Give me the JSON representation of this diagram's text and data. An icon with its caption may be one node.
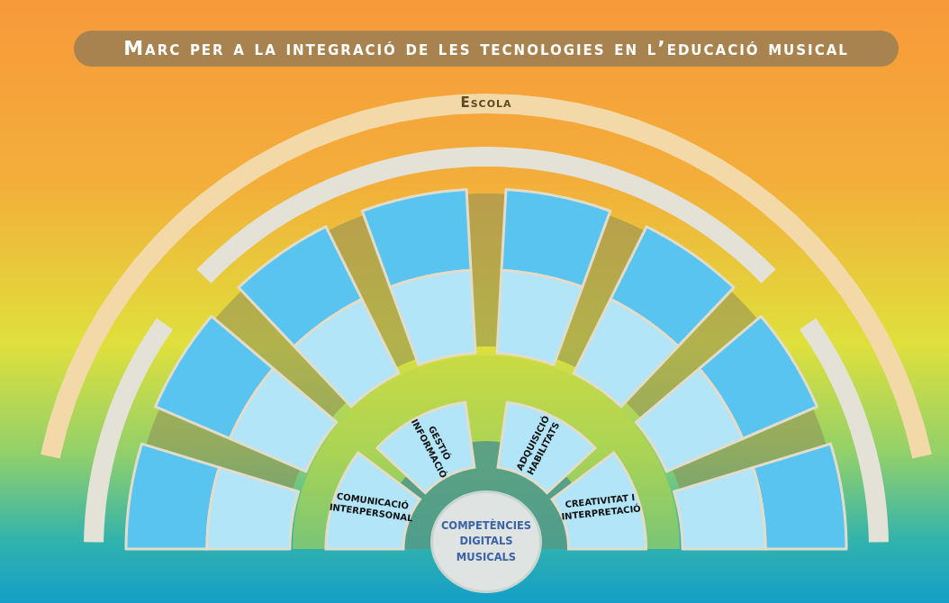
{
  "diagram": {
    "title": "Marc per a la integració de les tecnologies en l’educació musical",
    "nodes": [
      {
        "text": [
          "Escola"
        ]
      },
      {
        "text": [],
        "shape": "band"
      },
      {
        "text": [],
        "shape": "band"
      },
      {
        "text": [],
        "shape": "band"
      },
      {
        "text": [],
        "shape": "sector"
      },
      {
        "text": [],
        "shape": "sector"
      },
      {
        "text": [],
        "shape": "sector"
      },
      {
        "text": [],
        "shape": "sector"
      },
      {
        "text": [],
        "shape": "sector"
      },
      {
        "text": [],
        "shape": "sector"
      },
      {
        "text": [],
        "shape": "sector"
      },
      {
        "text": [],
        "shape": "sector"
      },
      {
        "text": [],
        "shape": "sector"
      },
      {
        "text": [],
        "shape": "sector"
      },
      {
        "text": [],
        "shape": "sector"
      },
      {
        "text": [],
        "shape": "sector"
      },
      {
        "text": [],
        "shape": "sector"
      },
      {
        "text": [],
        "shape": "sector"
      },
      {
        "text": [],
        "shape": "sector"
      },
      {
        "text": [],
        "shape": "sector"
      },
      {
        "text": [
          "COMUNICACIÓ INTERPERSONAL"
        ]
      },
      {
        "text": [
          "GESTIÓ INFORMACIÓ"
        ]
      },
      {
        "text": [
          "ADQUISICIÓ HABILITATS"
        ]
      },
      {
        "text": [
          "CREATIVITAT I INTERPRETACIÓ"
        ]
      },
      {
        "text": [
          "COMPETÈNCIES DIGITALS MUSICALS"
        ]
      }
    ]
  }
}
